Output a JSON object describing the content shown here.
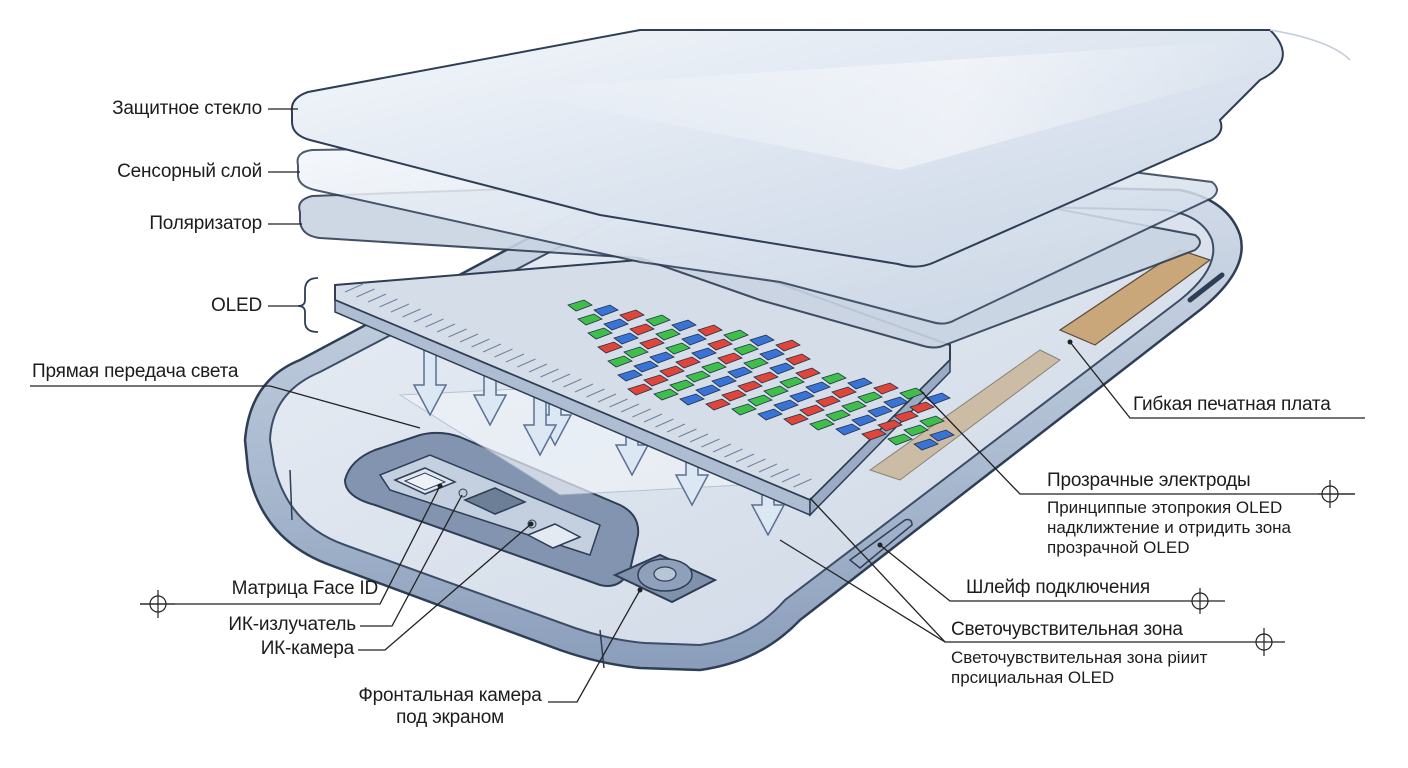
{
  "diagram": {
    "colors": {
      "outline": "#2e3e55",
      "glass_fill": "#dfe7f2",
      "frame_fill": "#b8c6da",
      "frame_dark": "#6f83a1",
      "subpixel_red": "#e0453a",
      "subpixel_green": "#3fbf4a",
      "subpixel_blue": "#3a73d6",
      "arrow_fill": "#dbe7f3",
      "leader_line": "#222222"
    },
    "subpixel_pattern": [
      "green",
      "blue",
      "red",
      "green",
      "blue",
      "red",
      "green",
      "blue",
      "red",
      "green",
      "blue",
      "red"
    ],
    "light_arrow_count": 7,
    "labels": {
      "protective_glass": "Защитное стекло",
      "touch_layer": "Сенсорный слой",
      "polarizer": "Поляризатор",
      "oled": "OLED",
      "direct_light": "Прямая передача света",
      "flex_pcb": "Гибкая печатная плата",
      "transparent_electrodes": "Прозрачные электроды",
      "transparent_electrodes_desc": [
        "Принциппые этопрокия OLED",
        "надклижтение и отридить зона",
        "прозрачной OLED"
      ],
      "connector_cable": "Шлейф подключения",
      "photosensitive_zone": "Светочувствительная зона",
      "photosensitive_zone_desc": [
        "Светочувствительная зона ріиит",
        "прсициальная OLED"
      ],
      "face_id_matrix": "Матрица Face ID",
      "ir_emitter": "ИК-излучатель",
      "ir_camera": "ИК-камера",
      "front_camera": [
        "Фронтальная камера",
        "под экраном"
      ]
    }
  }
}
